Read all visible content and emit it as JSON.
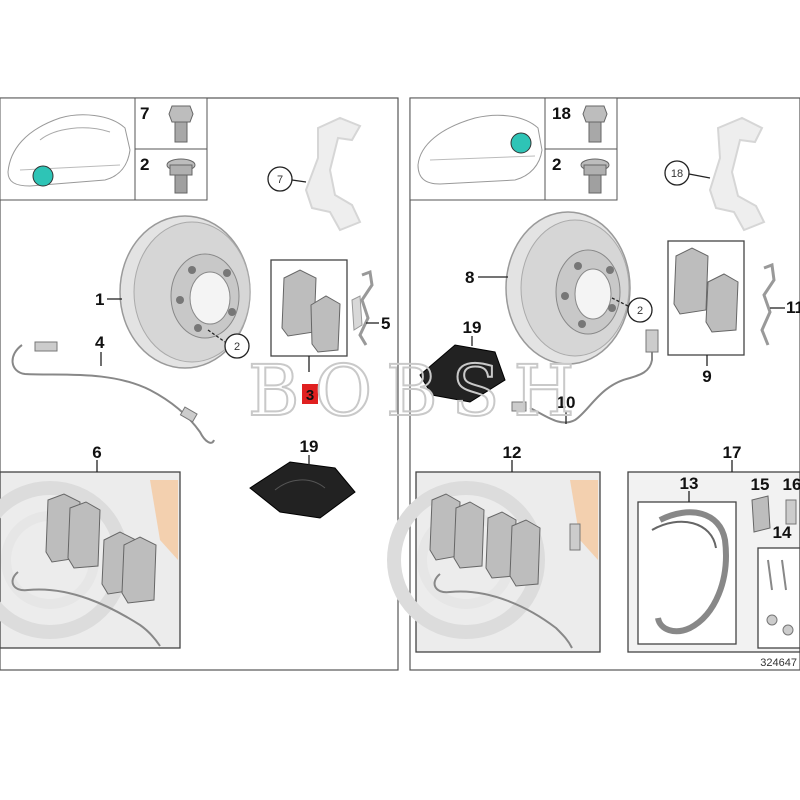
{
  "left_panel": {
    "fastener_labels": {
      "top": "7",
      "bottom": "2"
    },
    "callouts": {
      "caliper_carrier": "7",
      "disc": "1",
      "screw": "2",
      "sensor": "4",
      "clip": "5",
      "pad_kit_num": "3",
      "kit": "6",
      "grease": "19"
    }
  },
  "right_panel": {
    "fastener_labels": {
      "top": "18",
      "bottom": "2"
    },
    "callouts": {
      "caliper_carrier": "18",
      "disc": "8",
      "screw": "2",
      "clip": "11",
      "pads": "9",
      "grease": "19",
      "sensor": "10",
      "kit": "12",
      "shoe_kit": "17",
      "shoe": "13",
      "part15": "15",
      "part16": "16",
      "part14": "14"
    },
    "diagram_number": "324647"
  },
  "watermark": "BOBSH",
  "colors": {
    "locator_dot": "#2ec4b6",
    "highlight": "#e02020",
    "kit_bg": "#ececec",
    "kit_accent": "#f5c9a0",
    "part_fill": "#bdbdbd",
    "frame": "#444444"
  }
}
